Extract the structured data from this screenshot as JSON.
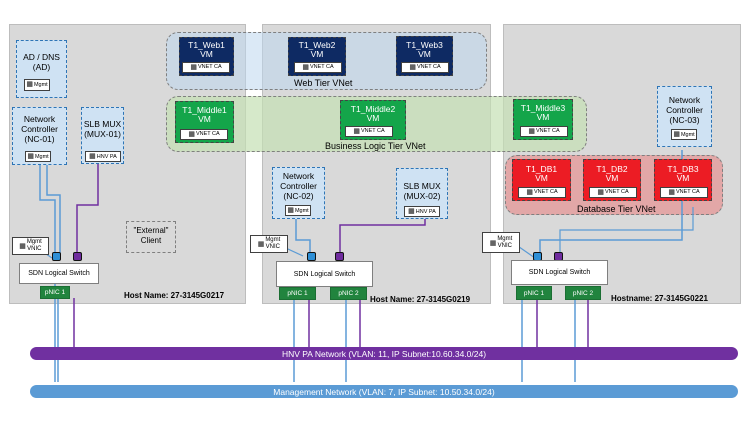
{
  "hosts": [
    {
      "name": "Host Name: 27-3145G0217"
    },
    {
      "name": "Host Name: 27-3145G0219"
    },
    {
      "name": "Hostname: 27-3145G0221"
    }
  ],
  "vnets": {
    "web": "Web Tier VNet",
    "business": "Business Logic Tier VNet",
    "database": "Database Tier VNet"
  },
  "vms": {
    "web1": {
      "name": "T1_Web1",
      "sub": "VM"
    },
    "web2": {
      "name": "T1_Web2",
      "sub": "VM"
    },
    "web3": {
      "name": "T1_Web3",
      "sub": "VM"
    },
    "mid1": {
      "name": "T1_Middle1",
      "sub": "VM"
    },
    "mid2": {
      "name": "T1_Middle2",
      "sub": "VM"
    },
    "mid3": {
      "name": "T1_Middle3",
      "sub": "VM"
    },
    "db1": {
      "name": "T1_DB1",
      "sub": "VM"
    },
    "db2": {
      "name": "T1_DB2",
      "sub": "VM"
    },
    "db3": {
      "name": "T1_DB3",
      "sub": "VM"
    },
    "vnet_ca": "VNET CA"
  },
  "infra": {
    "ad_line1": "AD / DNS",
    "ad_line2": "(AD)",
    "nc1_line1": "Network",
    "nc1_line2": "Controller",
    "nc1_line3": "(NC-01)",
    "nc2_line3": "(NC-02)",
    "nc3_line3": "(NC-03)",
    "slb_line1": "SLB MUX",
    "slb1_line2": "(MUX-01)",
    "slb2_line2": "(MUX-02)",
    "mgmt": "Mgmt",
    "hnv_pa": "HNV PA",
    "mgmt_vnic_line1": "Mgmt",
    "mgmt_vnic_line2": "VNIC",
    "switch": "SDN Logical Switch",
    "pnic1": "pNIC 1",
    "pnic2": "pNIC 2",
    "external_line1": "\"External\"",
    "external_line2": "Client"
  },
  "networks": {
    "hnv": "HNV PA Network  (VLAN: 11, IP Subnet:10.60.34.0/24)",
    "mgmt": "Management Network  (VLAN: 7, IP Subnet: 10.50.34.0/24)"
  },
  "colors": {
    "hnv_bar": "#7030a0",
    "mgmt_bar": "#5b9bd5",
    "vm_navy": "#0e2a63",
    "vm_green": "#14a54a",
    "vm_red": "#ec1c24"
  }
}
